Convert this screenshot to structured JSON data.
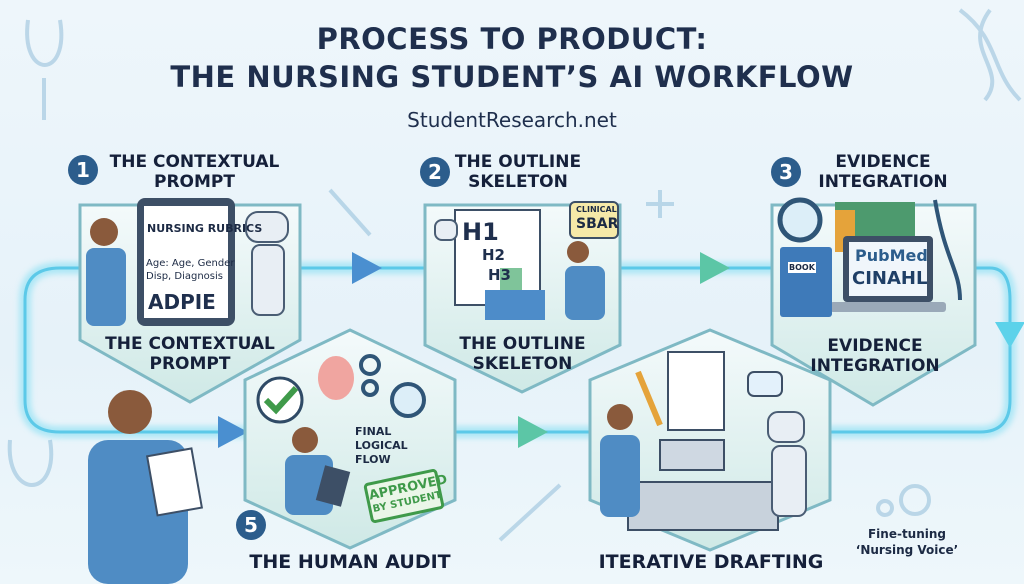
{
  "title": {
    "line1": "PROCESS TO PRODUCT:",
    "line2": "THE NURSING STUDENT’S AI WORKFLOW",
    "site": "StudentResearch.net"
  },
  "steps": [
    {
      "number": "1",
      "heading": "THE CONTEXTUAL PROMPT",
      "label": "THE CONTEXTUAL PROMPT",
      "details": {
        "rubric": "NURSING RUBRICS",
        "fields": "Age: Age, Gender",
        "fields2": "Disp, Diagnosis",
        "framework": "ADPIE"
      }
    },
    {
      "number": "2",
      "heading": "THE OUTLINE SKELETON",
      "label": "THE OUTLINE SKELETON",
      "details": {
        "h1": "H1",
        "h2": "H2",
        "h3": "H3",
        "bubble_top": "CLINICAL",
        "bubble_main": "SBAR"
      }
    },
    {
      "number": "3",
      "heading": "EVIDENCE INTEGRATION",
      "label": "EVIDENCE INTEGRATION",
      "details": {
        "book": "BOOK",
        "db1": "PubMed",
        "db2": "CINAHL"
      }
    },
    {
      "label": "ITERATIVE DRAFTING",
      "note": "Fine-tuning ‘Nursing Voice’"
    },
    {
      "number": "5",
      "label": "THE HUMAN AUDIT",
      "details": {
        "flow": "FINAL LOGICAL FLOW",
        "stamp1": "APPROVED",
        "stamp2": "BY STUDENT"
      }
    }
  ],
  "colors": {
    "title": "#1f2f4d",
    "badge": "#2c5d8c",
    "flow": "#6fd3ee",
    "hex_fill": "#dff0ef",
    "hex_stroke": "#7fb9c4",
    "stamp": "#3f9a4a"
  }
}
